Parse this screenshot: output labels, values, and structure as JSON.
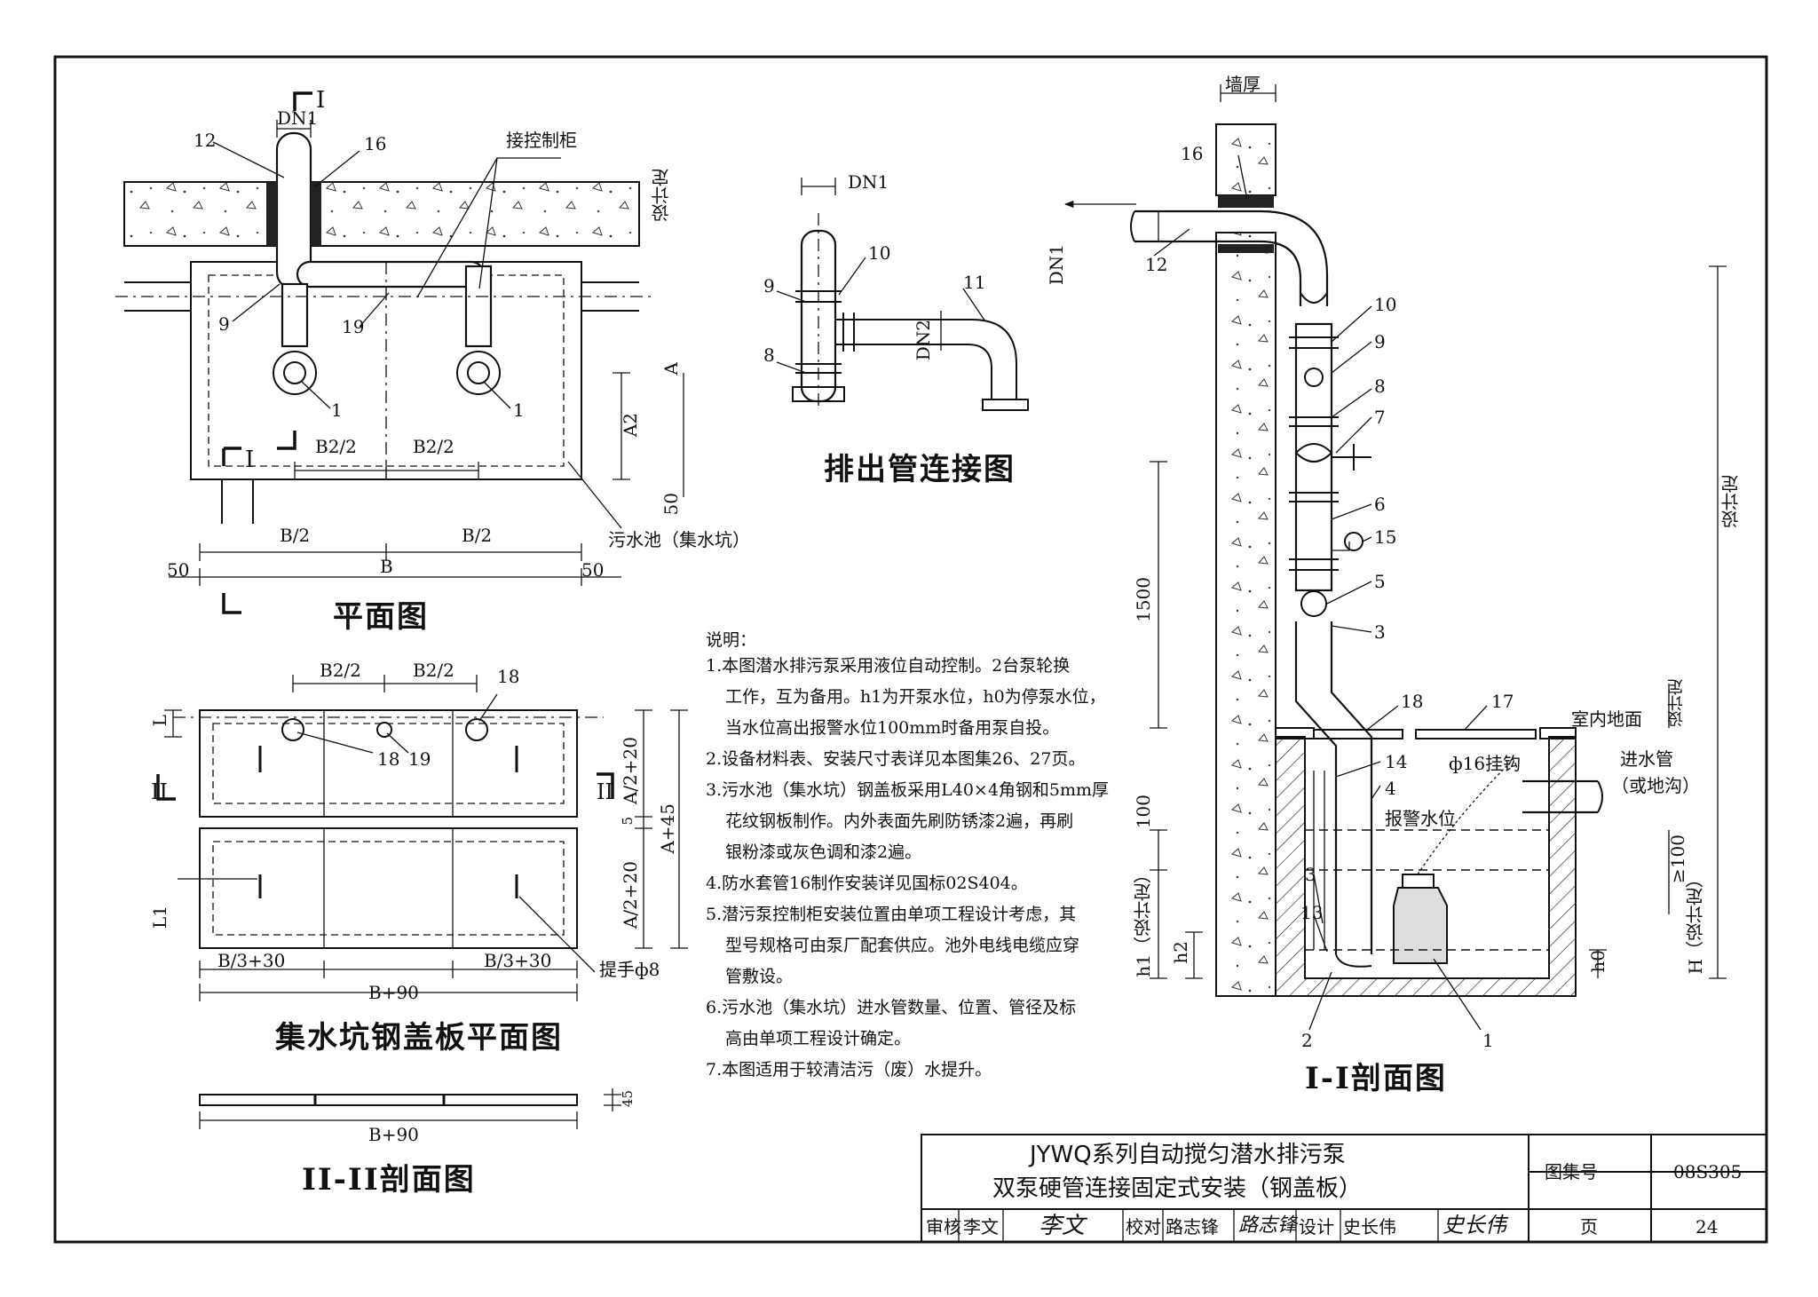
{
  "plan": {
    "title": "平面图",
    "label_section": "I",
    "dn1": "DN1",
    "control_cabinet": "接控制柜",
    "pool": "污水池（集水坑）",
    "design_fixed": "设计定",
    "dim_b2_a": "B2/2",
    "dim_b2_b": "B2/2",
    "dim_b_half_a": "B/2",
    "dim_b_half_b": "B/2",
    "dim_b": "B",
    "dim_50_a": "50",
    "dim_50_b": "50",
    "dim_50_c": "50",
    "dim_a": "A",
    "dim_a2": "A2",
    "callouts": [
      "12",
      "16",
      "9",
      "19",
      "1",
      "1"
    ]
  },
  "outlet": {
    "title": "排出管连接图",
    "dn1": "DN1",
    "dn2": "DN2",
    "callouts": [
      "10",
      "11",
      "9",
      "8"
    ]
  },
  "cover_plan": {
    "title": "集水坑钢盖板平面图",
    "dim_b2_a": "B2/2",
    "dim_b2_b": "B2/2",
    "dim_l": "L",
    "dim_l1": "L1",
    "dim_a2_20_a": "A/2+20",
    "dim_a2_20_b": "A/2+20",
    "dim_a45": "A+45",
    "dim_5": "5",
    "dim_b3_a": "B/3+30",
    "dim_b3_b": "B/3+30",
    "dim_b90": "B+90",
    "handle": "提手ф8",
    "section_mark": "II",
    "callouts": [
      "18",
      "18",
      "19"
    ]
  },
  "cover_section": {
    "title": "II-II剖面图",
    "dim_b90": "B+90",
    "dim_45": "45"
  },
  "section": {
    "title": "I-I剖面图",
    "wall_thickness": "墙厚",
    "dn1": "DN1",
    "design_fixed": "设计定",
    "dim_1500": "1500",
    "dim_100": "100",
    "h1": "h1（设计定）",
    "h2": "h2",
    "h0": "h0",
    "ge100": "≥100",
    "H": "H（设计定）",
    "indoor_floor": "室内地面",
    "hook": "ф16挂钩",
    "inlet_pipe": "进水管",
    "inlet_pipe2": "（或地沟）",
    "alarm_level": "报警水位",
    "callouts": [
      "16",
      "12",
      "10",
      "9",
      "8",
      "7",
      "6",
      "15",
      "5",
      "3",
      "18",
      "17",
      "14",
      "4",
      "3",
      "13",
      "2",
      "1"
    ]
  },
  "notes": {
    "heading": "说明：",
    "lines": [
      "1.本图潜水排污泵采用液位自动控制。2台泵轮换",
      "工作，互为备用。h1为开泵水位，h0为停泵水位，",
      "当水位高出报警水位100mm时备用泵自投。",
      "2.设备材料表、安装尺寸表详见本图集26、27页。",
      "3.污水池（集水坑）钢盖板采用L40×4角钢和5mm厚",
      "花纹钢板制作。内外表面先刷防锈漆2遍，再刷",
      "银粉漆或灰色调和漆2遍。",
      "4.防水套管16制作安装详见国标02S404。",
      "5.潜污泵控制柜安装位置由单项工程设计考虑，其",
      "型号规格可由泵厂配套供应。池外电线电缆应穿",
      "管敷设。",
      "6.污水池（集水坑）进水管数量、位置、管径及标",
      "高由单项工程设计确定。",
      "7.本图适用于较清洁污（废）水提升。"
    ]
  },
  "title_block": {
    "title1": "JYWQ系列自动搅匀潜水排污泵",
    "title2": "双泵硬管连接固定式安装（钢盖板）",
    "atlas_label": "图集号",
    "atlas_no": "08S305",
    "review_label": "审核",
    "reviewer": "李文",
    "reviewer_sig": "李文",
    "check_label": "校对",
    "checker": "路志锋",
    "checker_sig": "路志锋",
    "design_label": "设计",
    "designer": "史长伟",
    "designer_sig": "史长伟",
    "page_label": "页",
    "page_no": "24"
  }
}
